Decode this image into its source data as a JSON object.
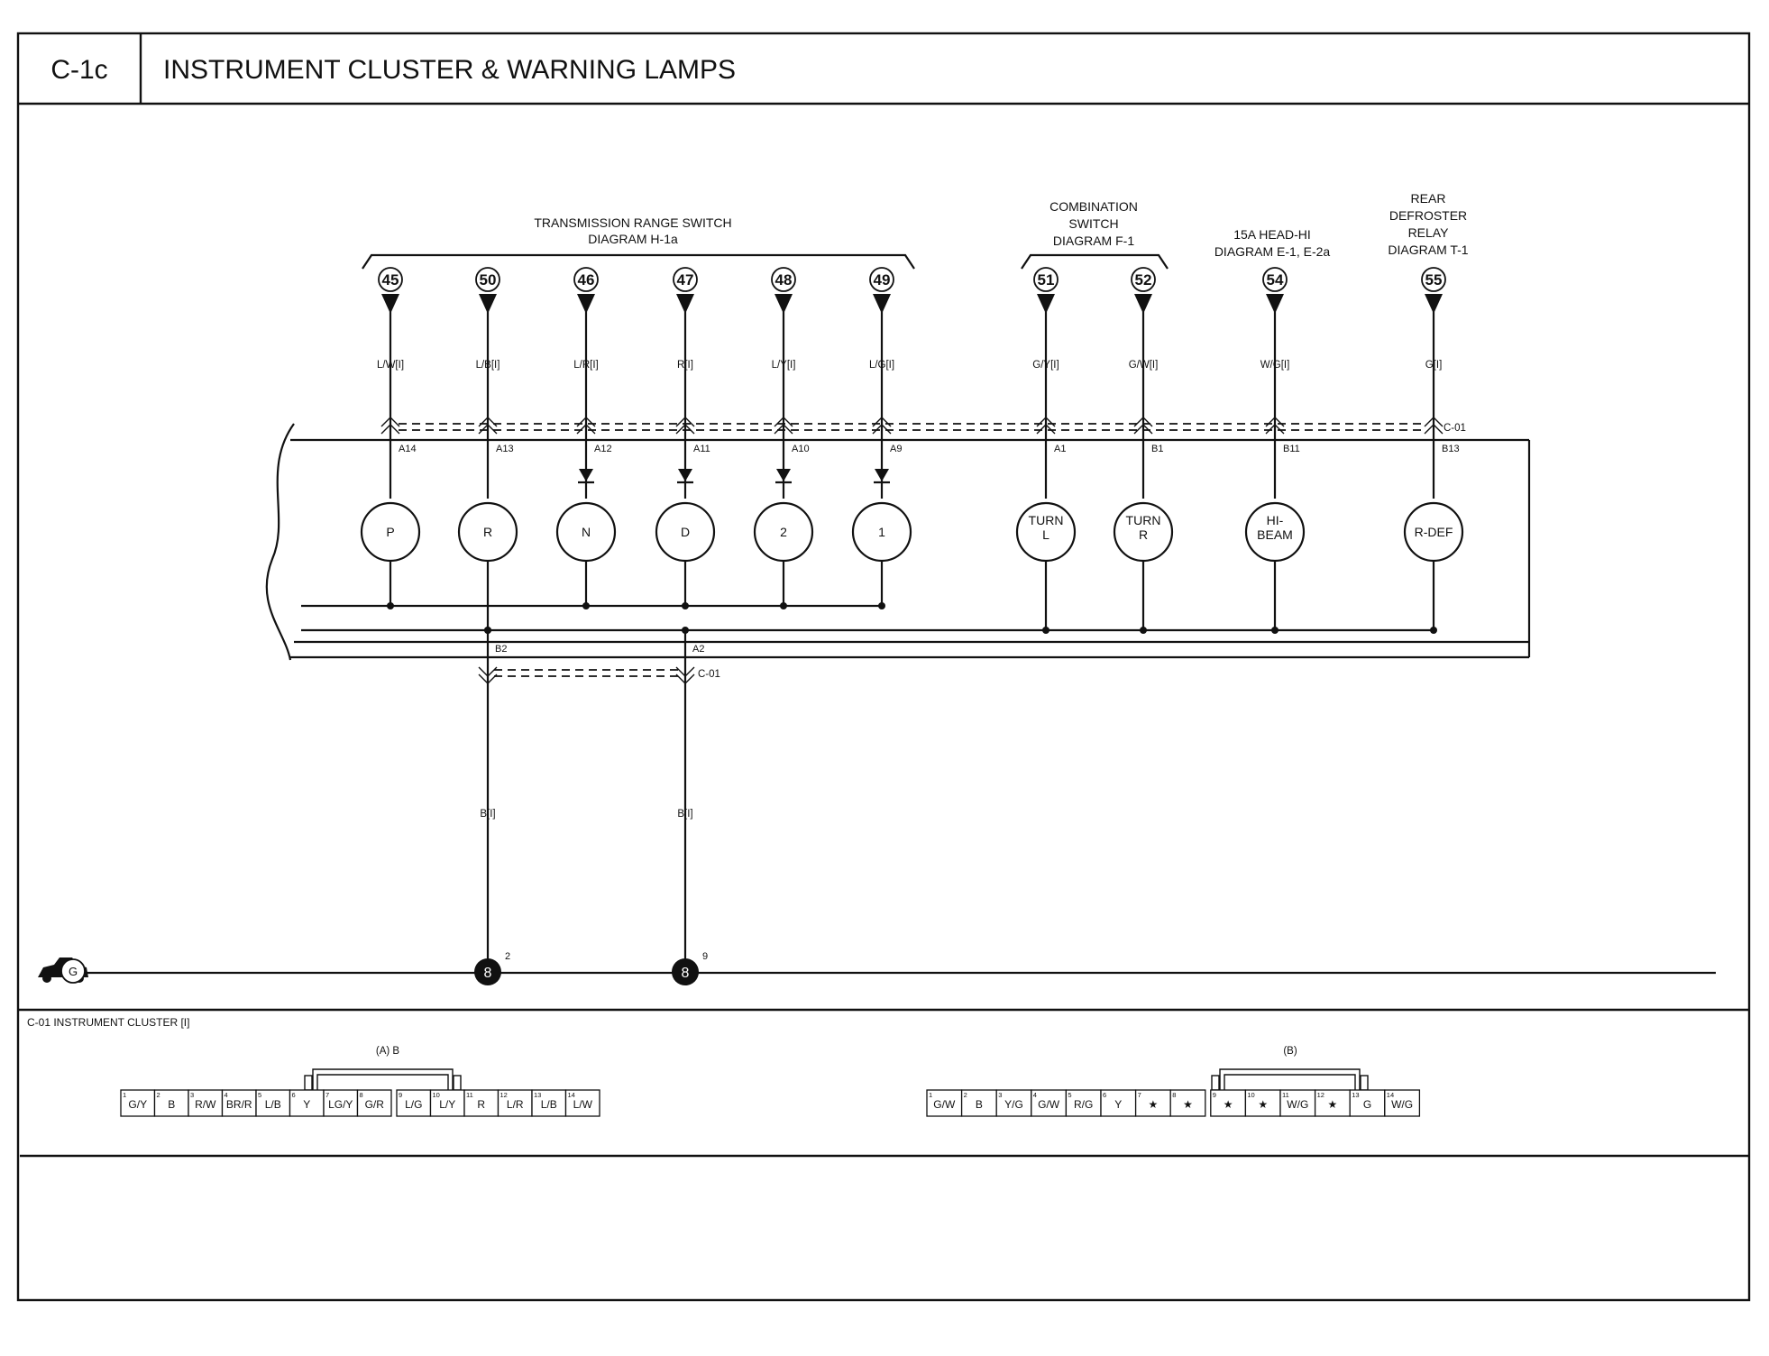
{
  "header": {
    "code": "C-1c",
    "title": "INSTRUMENT CLUSTER & WARNING LAMPS"
  },
  "groups": {
    "trs": [
      "TRANSMISSION RANGE SWITCH",
      "DIAGRAM H-1a"
    ],
    "combo": [
      "COMBINATION",
      "SWITCH",
      "DIAGRAM  F-1"
    ],
    "headhi": [
      "15A HEAD-HI",
      "DIAGRAM E-1, E-2a"
    ],
    "defrost": [
      "REAR",
      "DEFROSTER",
      "RELAY",
      "DIAGRAM  T-1"
    ]
  },
  "circuits": [
    {
      "ref": "45",
      "wire": "L/W[I]",
      "pin": "A14",
      "lamp": [
        "P"
      ],
      "diode": false
    },
    {
      "ref": "50",
      "wire": "L/B[I]",
      "pin": "A13",
      "lamp": [
        "R"
      ],
      "diode": false
    },
    {
      "ref": "46",
      "wire": "L/R[I]",
      "pin": "A12",
      "lamp": [
        "N"
      ],
      "diode": true
    },
    {
      "ref": "47",
      "wire": "R[I]",
      "pin": "A11",
      "lamp": [
        "D"
      ],
      "diode": true
    },
    {
      "ref": "48",
      "wire": "L/Y[I]",
      "pin": "A10",
      "lamp": [
        "2"
      ],
      "diode": true
    },
    {
      "ref": "49",
      "wire": "L/G[I]",
      "pin": "A9",
      "lamp": [
        "1"
      ],
      "diode": true
    },
    {
      "ref": "51",
      "wire": "G/Y[I]",
      "pin": "A1",
      "lamp": [
        "TURN",
        "L"
      ],
      "diode": false
    },
    {
      "ref": "52",
      "wire": "G/W[I]",
      "pin": "B1",
      "lamp": [
        "TURN",
        "R"
      ],
      "diode": false
    },
    {
      "ref": "54",
      "wire": "W/G[I]",
      "pin": "B11",
      "lamp": [
        "HI-",
        "BEAM"
      ],
      "diode": false
    },
    {
      "ref": "55",
      "wire": "G[I]",
      "pin": "B13",
      "lamp": [
        "R-DEF"
      ],
      "diode": false
    }
  ],
  "connector_label": "C-01",
  "grounds": [
    {
      "pin": "B2",
      "wire": "B[I]",
      "point": "8",
      "terminal": "2"
    },
    {
      "pin": "A2",
      "wire": "B[I]",
      "point": "8",
      "terminal": "9"
    }
  ],
  "ground_symbol": "G",
  "connector_section": {
    "title": "C-01 INSTRUMENT CLUSTER [I]",
    "a": {
      "label": "(A) B",
      "pins": [
        "G/Y",
        "B",
        "R/W",
        "BR/R",
        "L/B",
        "Y",
        "LG/Y",
        "G/R",
        "L/G",
        "L/Y",
        "R",
        "L/R",
        "L/B",
        "L/W"
      ]
    },
    "b": {
      "label": "(B)",
      "pins": [
        "G/W",
        "B",
        "Y/G",
        "G/W",
        "R/G",
        "Y",
        "★",
        "★",
        "★",
        "★",
        "W/G",
        "★",
        "G",
        "W/G"
      ]
    }
  }
}
